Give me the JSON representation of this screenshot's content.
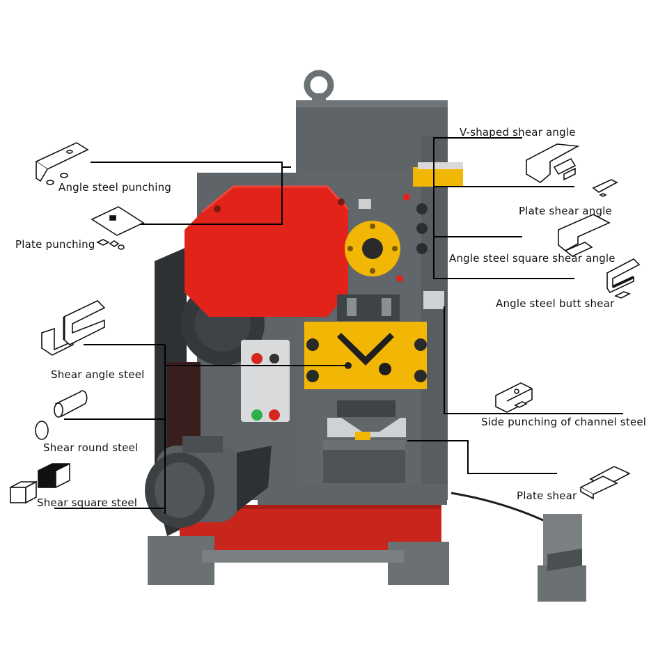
{
  "labels": {
    "angle_steel_punching": "Angle steel punching",
    "plate_punching": "Plate punching",
    "shear_angle_steel": "Shear angle steel",
    "shear_round_steel": "Shear round steel",
    "shear_square_steel": "Shear square steel",
    "v_shaped_shear_angle": "V-shaped shear angle",
    "plate_shear_angle": "Plate shear angle",
    "angle_steel_square_shear_angle": "Angle steel square shear angle",
    "angle_steel_butt_shear": "Angle steel butt shear",
    "side_punching_channel_steel": "Side punching of channel steel",
    "plate_shear": "Plate shear"
  },
  "colors": {
    "machine_body": "#5e6468",
    "machine_dark": "#3e4347",
    "guard_red": "#e2231a",
    "base_red": "#c8261d",
    "tool_yellow": "#f2b705",
    "leader_line": "#000000"
  }
}
